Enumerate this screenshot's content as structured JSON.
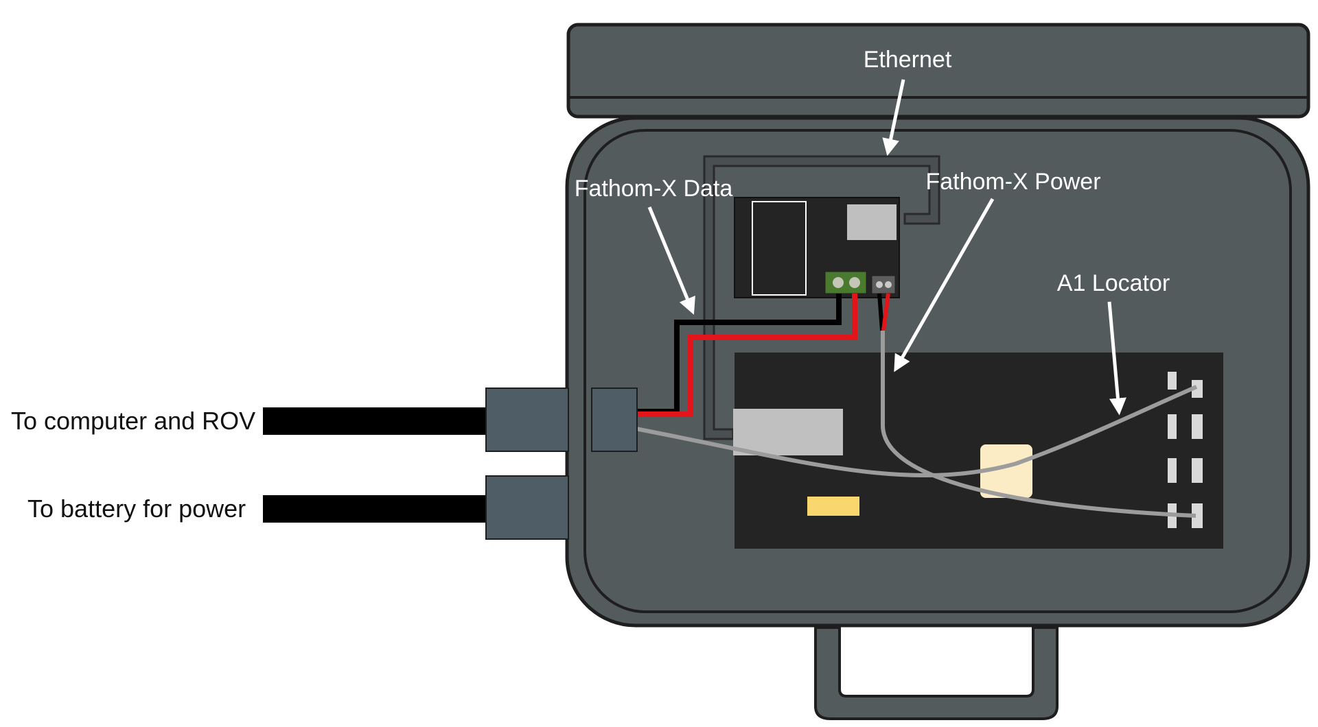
{
  "labels": {
    "ethernet": "Ethernet",
    "fathom_x_data": "Fathom-X Data",
    "fathom_x_power": "Fathom-X Power",
    "a1_locator": "A1 Locator",
    "to_computer": "To computer and ROV",
    "to_battery": "To battery for power"
  },
  "colors": {
    "case_body": "#535b5d",
    "case_outline": "#1e1e1e",
    "board_dark": "#242424",
    "connector": "#4e5d66",
    "cable_black": "#000000",
    "wire_red": "#e3151b",
    "wire_gray": "#9c9c9c",
    "terminal_green": "#4a7a2e",
    "chip_yellow": "#f9d66e",
    "chip_cream": "#fbecc6",
    "arrow_white": "#ffffff"
  }
}
